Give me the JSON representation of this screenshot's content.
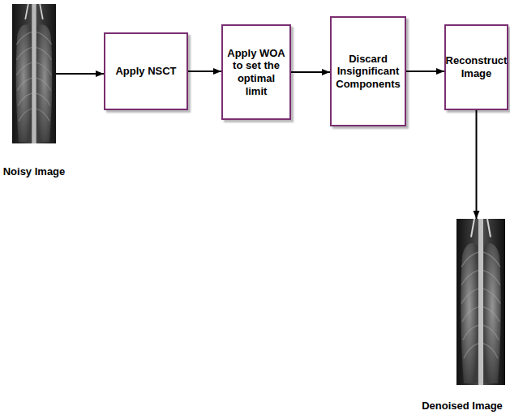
{
  "diagram": {
    "nodes": [
      {
        "text": [
          "Noisy Image"
        ]
      },
      {
        "text": [
          "Apply NSCT"
        ]
      },
      {
        "text": [
          "Apply WOA to set the optimal limit"
        ]
      },
      {
        "text": [
          "Discard Insignificant Components"
        ]
      },
      {
        "text": [
          "Reconstruct Image"
        ]
      },
      {
        "text": [
          "Denoised Image"
        ]
      }
    ],
    "edges": [
      {
        "from": 0,
        "to": 1,
        "arrow": "to"
      },
      {
        "from": 1,
        "to": 2,
        "arrow": "to"
      },
      {
        "from": 2,
        "to": 3,
        "arrow": "to"
      },
      {
        "from": 3,
        "to": 4,
        "arrow": "to"
      },
      {
        "from": 4,
        "to": 5,
        "arrow": "to"
      }
    ]
  }
}
